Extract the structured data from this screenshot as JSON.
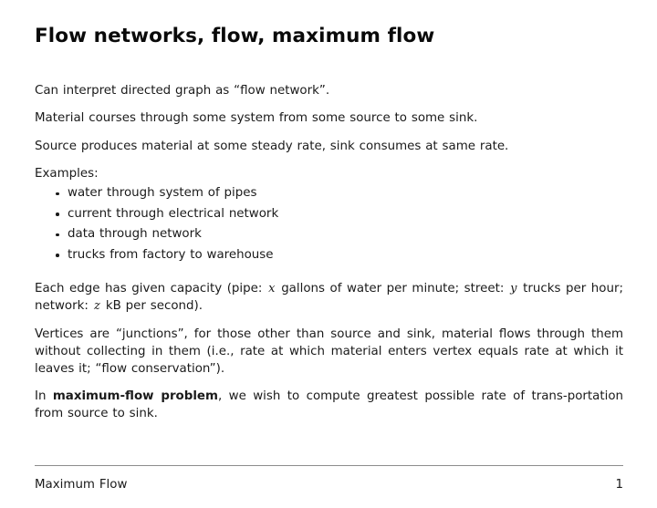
{
  "slide": {
    "title": "Flow networks, flow, maximum flow",
    "paragraphs": {
      "intro": "Can interpret directed graph as “flow network”.",
      "material": "Material courses through some system from some source to some sink.",
      "source_rate": "Source produces material at some steady rate, sink consumes at same rate.",
      "examples_label": "Examples:"
    },
    "bullets": [
      "water through system of pipes",
      "current through electrical network",
      "data through network",
      "trucks from factory to warehouse"
    ],
    "capacity": {
      "part1": "Each edge has given capacity (pipe:",
      "var1": "x",
      "part2": "gallons of water per minute; street:",
      "var2": "y",
      "part3": "trucks per hour; network:",
      "var3": "z",
      "part4": "kB per second)."
    },
    "vertices": "Vertices are “junctions”, for those other than source and sink, material flows through them without collecting in them (i.e., rate at which material enters vertex equals rate at which it leaves it; “flow conservation”).",
    "maxflow": {
      "prefix": "In",
      "bold_term": "maximum-flow problem",
      "suffix": ", we wish to compute greatest possible rate of trans-portation from source to sink."
    }
  },
  "footer": {
    "left_label": "Maximum Flow",
    "page_number": "1"
  },
  "colors": {
    "background": "#ffffff",
    "text": "#1a1a1a",
    "title": "#0a0a0a",
    "rule": "#8c8c8c"
  }
}
